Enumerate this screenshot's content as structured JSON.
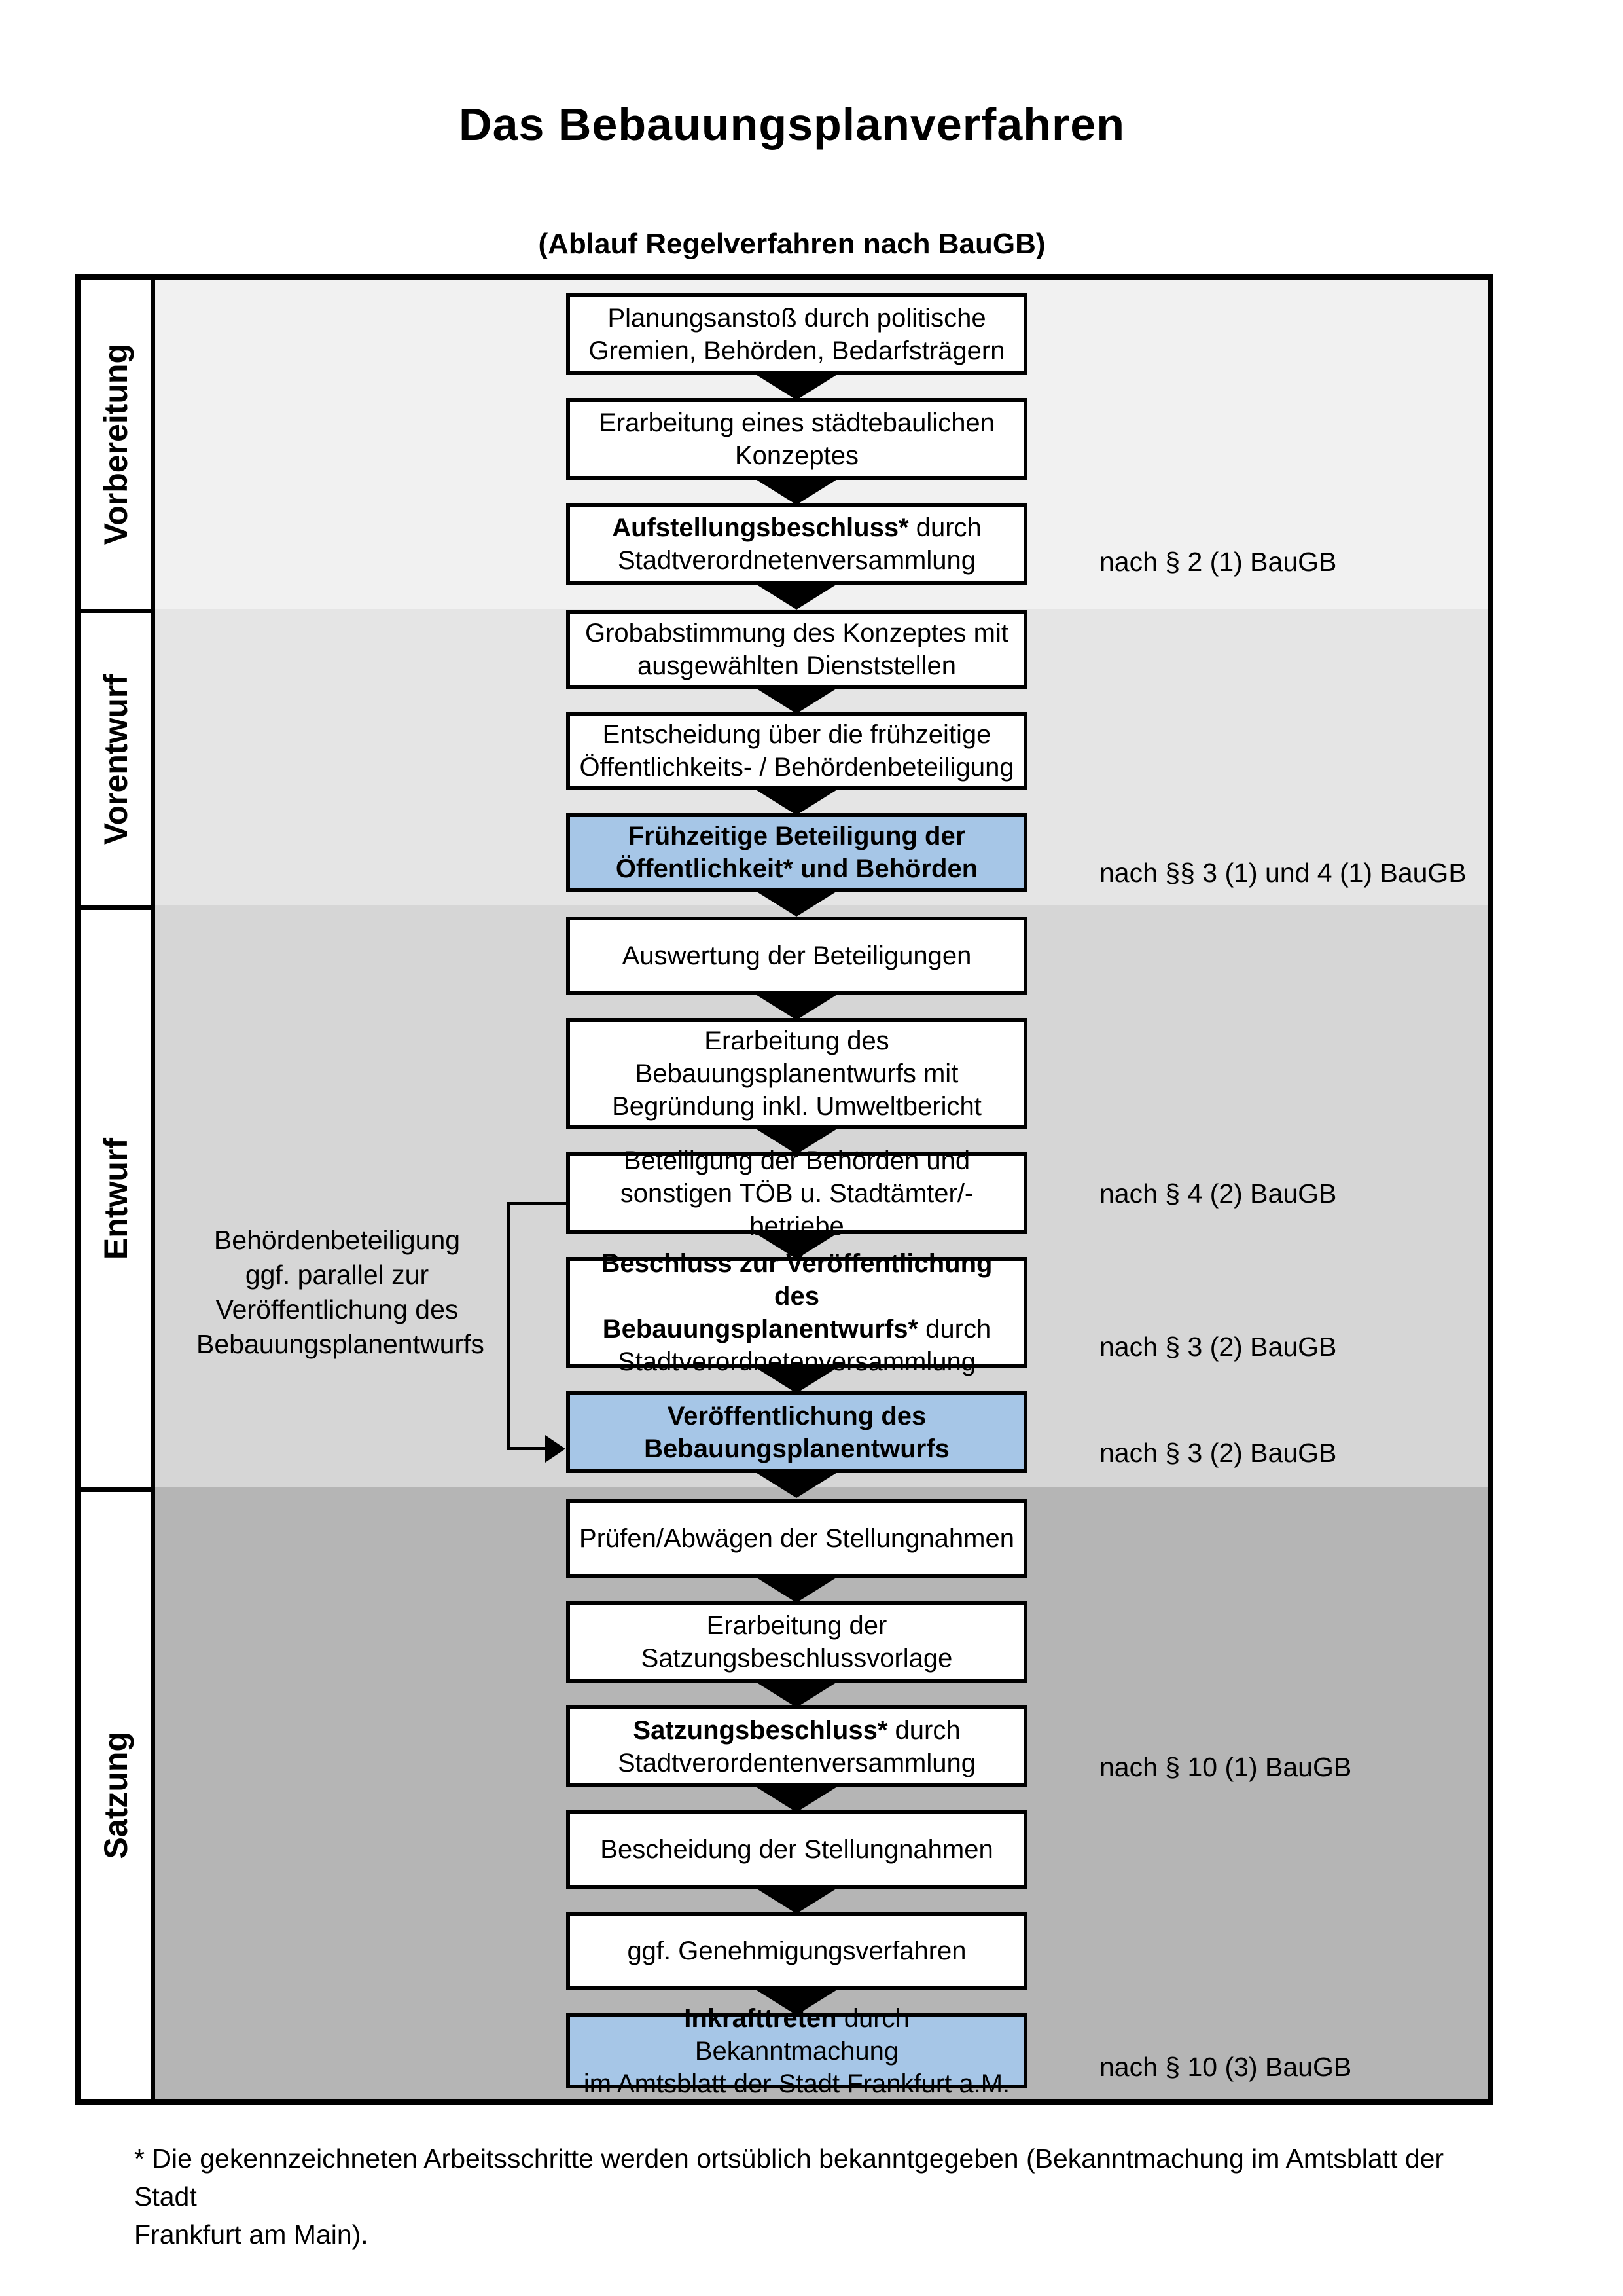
{
  "page": {
    "title": "Das Bebauungsplanverfahren",
    "subtitle": "(Ablauf Regelverfahren nach BauGB)",
    "footnote": "* Die gekennzeichneten Arbeitsschritte werden ortsüblich bekanntgegeben (Bekanntmachung im Amtsblatt  der Stadt\nFrankfurt am Main)."
  },
  "colors": {
    "highlight_blue": "#A6C6E7",
    "box_white": "#FFFFFF",
    "line_black": "#000000",
    "phase_backgrounds": [
      "#F1F1F1",
      "#E5E5E5",
      "#D6D6D6",
      "#B5B5B5"
    ]
  },
  "phases": [
    {
      "label": "Vorbereitung"
    },
    {
      "label": "Vorentwurf"
    },
    {
      "label": "Entwurf"
    },
    {
      "label": "Satzung"
    }
  ],
  "boxes": [
    {
      "name": "planungsanstoss",
      "highlighted": false,
      "segments": [
        {
          "text": "Planungsanstoß durch politische\nGremien, Behörden, Bedarfsträgern",
          "bold": false
        }
      ]
    },
    {
      "name": "staedtebauliches-konzept",
      "highlighted": false,
      "segments": [
        {
          "text": "Erarbeitung eines städtebaulichen\nKonzeptes",
          "bold": false
        }
      ]
    },
    {
      "name": "aufstellungsbeschluss",
      "highlighted": false,
      "segments": [
        {
          "text": "Aufstellungsbeschluss*",
          "bold": true
        },
        {
          "text": " durch\nStadtverordnetenversammlung",
          "bold": false
        }
      ]
    },
    {
      "name": "grobabstimmung",
      "highlighted": false,
      "segments": [
        {
          "text": "Grobabstimmung des Konzeptes mit\nausgewählten Dienststellen",
          "bold": false
        }
      ]
    },
    {
      "name": "entscheidung-beteiligung",
      "highlighted": false,
      "segments": [
        {
          "text": "Entscheidung über die frühzeitige\nÖffentlichkeits- / Behördenbeteiligung",
          "bold": false
        }
      ]
    },
    {
      "name": "fruehzeitige-beteiligung",
      "highlighted": true,
      "segments": [
        {
          "text": "Frühzeitige Beteiligung der\nÖffentlichkeit* und Behörden",
          "bold": true
        }
      ]
    },
    {
      "name": "auswertung-beteiligungen",
      "highlighted": false,
      "segments": [
        {
          "text": "Auswertung der Beteiligungen",
          "bold": false
        }
      ]
    },
    {
      "name": "erarbeitung-bebauungsplanentwurf",
      "highlighted": false,
      "segments": [
        {
          "text": "Erarbeitung des\nBebauungsplanentwurfs mit\nBegründung inkl. Umweltbericht",
          "bold": false
        }
      ]
    },
    {
      "name": "beteiligung-behoerden-toeb",
      "highlighted": false,
      "segments": [
        {
          "text": "Beteiligung der Behörden und\nsonstigen TÖB u. Stadtämter/-betriebe",
          "bold": false
        }
      ]
    },
    {
      "name": "beschluss-veroeffentlichung",
      "highlighted": false,
      "segments": [
        {
          "text": "Beschluss zur Veröffentlichung des\nBebauungsplanentwurfs*",
          "bold": true
        },
        {
          "text": " durch\nStadtverordnetenversammlung",
          "bold": false
        }
      ]
    },
    {
      "name": "veroeffentlichung-entwurf",
      "highlighted": true,
      "segments": [
        {
          "text": "Veröffentlichung des\nBebauungsplanentwurfs",
          "bold": true
        }
      ]
    },
    {
      "name": "pruefen-abwaegen",
      "highlighted": false,
      "segments": [
        {
          "text": "Prüfen/Abwägen der Stellungnahmen",
          "bold": false
        }
      ]
    },
    {
      "name": "satzungsbeschlussvorlage",
      "highlighted": false,
      "segments": [
        {
          "text": "Erarbeitung der\nSatzungsbeschlussvorlage",
          "bold": false
        }
      ]
    },
    {
      "name": "satzungsbeschluss",
      "highlighted": false,
      "segments": [
        {
          "text": "Satzungsbeschluss*",
          "bold": true
        },
        {
          "text": " durch\nStadtverordentenversammlung",
          "bold": false
        }
      ]
    },
    {
      "name": "bescheidung-stellungnahmen",
      "highlighted": false,
      "segments": [
        {
          "text": "Bescheidung der Stellungnahmen",
          "bold": false
        }
      ]
    },
    {
      "name": "genehmigungsverfahren",
      "highlighted": false,
      "segments": [
        {
          "text": "ggf. Genehmigungsverfahren",
          "bold": false
        }
      ]
    },
    {
      "name": "inkrafttreten",
      "highlighted": true,
      "segments": [
        {
          "text": "Inkrafttreten",
          "bold": true
        },
        {
          "text": " durch Bekanntmachung\nim Amtsblatt der Stadt Frankfurt a.M.",
          "bold": false
        }
      ]
    }
  ],
  "legal_refs": [
    {
      "text": "nach § 2 (1) BauGB"
    },
    {
      "text": "nach §§ 3 (1) und 4 (1) BauGB"
    },
    {
      "text": "nach § 4 (2) BauGB"
    },
    {
      "text": "nach § 3 (2) BauGB"
    },
    {
      "text": "nach § 3 (2) BauGB"
    },
    {
      "text": "nach § 10 (1) BauGB"
    },
    {
      "text": "nach § 10 (3) BauGB"
    }
  ],
  "side_note": {
    "text": "Behördenbeteiligung\nggf. parallel zur\nVeröffentlichung des\nBebauungsplanentwurfs"
  }
}
